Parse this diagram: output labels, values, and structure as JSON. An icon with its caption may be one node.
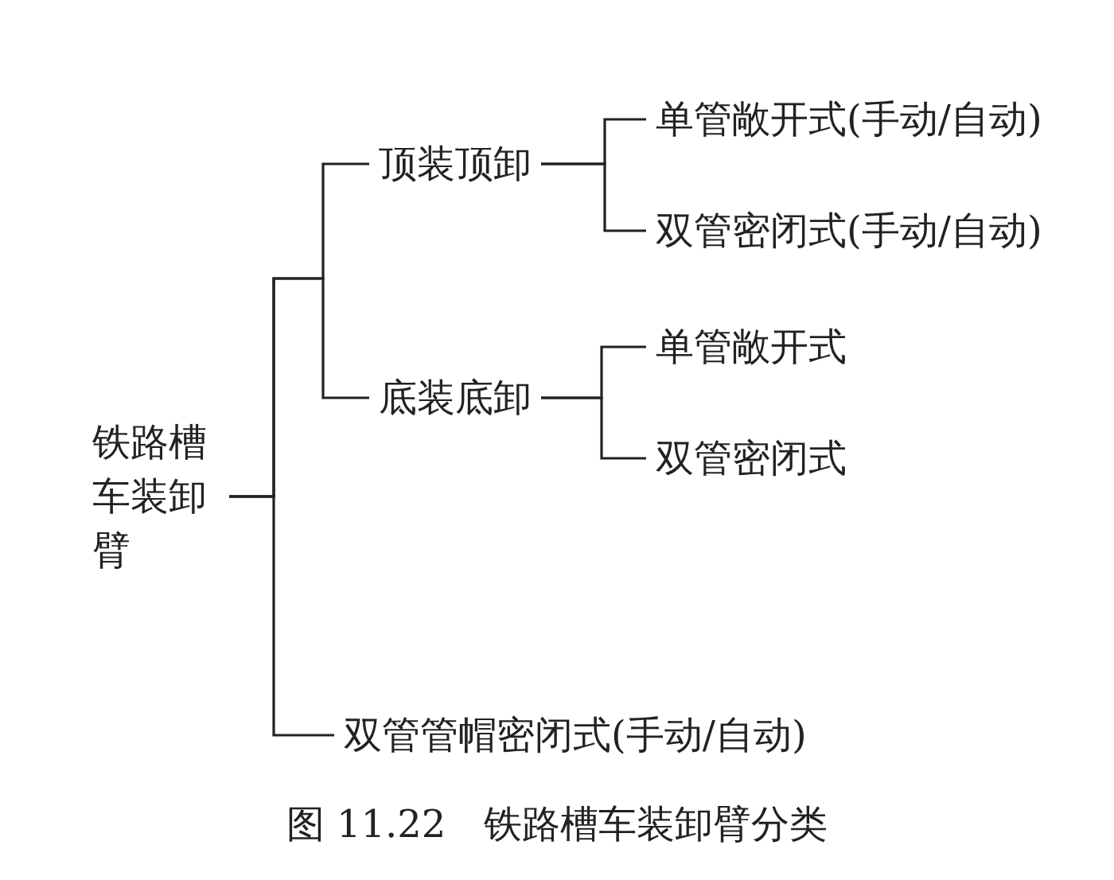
{
  "diagram": {
    "caption": "图 11.22　铁路槽车装卸臂分类",
    "nodes": [
      {
        "text": [
          "铁路槽车装卸臂"
        ]
      },
      {
        "text": [
          "顶装顶卸"
        ]
      },
      {
        "text": [
          "单管敞开式(手动/自动)"
        ]
      },
      {
        "text": [
          "双管密闭式(手动/自动)"
        ]
      },
      {
        "text": [
          "底装底卸"
        ]
      },
      {
        "text": [
          "单管敞开式"
        ]
      },
      {
        "text": [
          "双管密闭式"
        ]
      },
      {
        "text": [
          "双管管帽密闭式(手动/自动)"
        ]
      }
    ],
    "edges": [
      {
        "from": 0,
        "to": 1,
        "arrow": "none"
      },
      {
        "from": 0,
        "to": 4,
        "arrow": "none"
      },
      {
        "from": 0,
        "to": 7,
        "arrow": "none"
      },
      {
        "from": 1,
        "to": 2,
        "arrow": "none"
      },
      {
        "from": 1,
        "to": 3,
        "arrow": "none"
      },
      {
        "from": 4,
        "to": 5,
        "arrow": "none"
      },
      {
        "from": 4,
        "to": 6,
        "arrow": "none"
      }
    ]
  }
}
